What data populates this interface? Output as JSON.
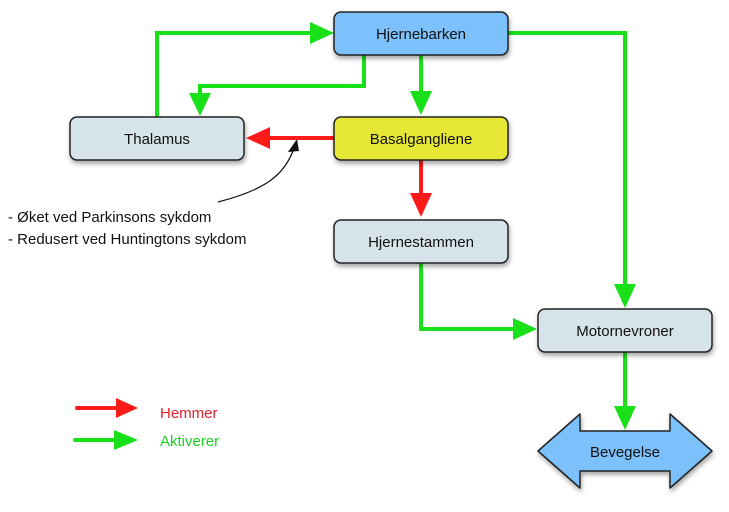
{
  "colors": {
    "inhibit": "#ff1a1a",
    "activate": "#19e019",
    "node_blue": "#7cc0fc",
    "node_gray": "#d6e3e8",
    "node_yellow": "#e6e635",
    "border": "#222222",
    "text": "#111111"
  },
  "nodes": {
    "hjernebarken": "Hjernebarken",
    "thalamus": "Thalamus",
    "basalgangliene": "Basalgangliene",
    "hjernestammen": "Hjernestammen",
    "motornevroner": "Motornevroner",
    "bevegelse": "Bevegelse"
  },
  "annotation": {
    "line1": "- Øket ved Parkinsons sykdom",
    "line2": "- Redusert ved Huntingtons sykdom"
  },
  "legend": {
    "inhibit_label": "Hemmer",
    "activate_label": "Aktiverer"
  }
}
